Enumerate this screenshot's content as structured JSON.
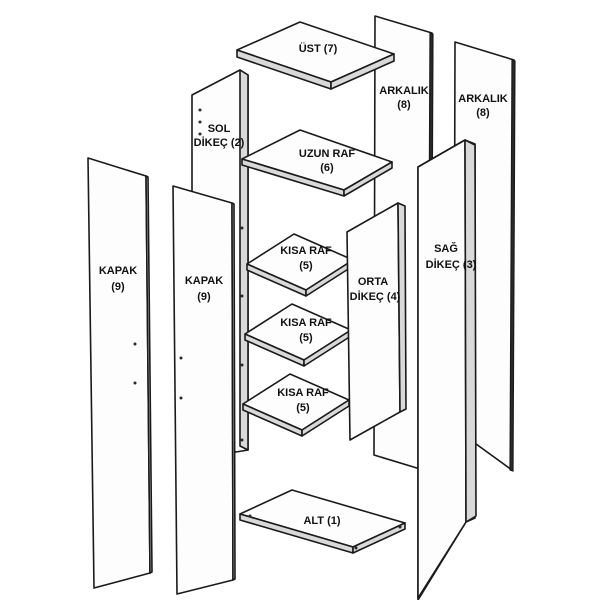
{
  "parts": {
    "top": {
      "name": "ÜST",
      "num": "(7)"
    },
    "back_left": {
      "name": "ARKALIK",
      "num": "(8)"
    },
    "back_right": {
      "name": "ARKALIK",
      "num": "(8)"
    },
    "left_side": {
      "line1": "SOL",
      "line2": "DİKEÇ (2)"
    },
    "long_shelf": {
      "name": "UZUN RAF",
      "num": "(6)"
    },
    "right_side": {
      "line1": "SAĞ",
      "line2": "DİKEÇ (3)"
    },
    "door_left": {
      "name": "KAPAK",
      "num": "(9)"
    },
    "door_right": {
      "name": "KAPAK",
      "num": "(9)"
    },
    "short_shelf_1": {
      "name": "KISA RAF",
      "num": "(5)"
    },
    "middle_side": {
      "line1": "ORTA",
      "line2": "DİKEÇ (4)"
    },
    "short_shelf_2": {
      "name": "KISA RAF",
      "num": "(5)"
    },
    "short_shelf_3": {
      "name": "KISA RAF",
      "num": "(5)"
    },
    "bottom": {
      "name": "ALT (1)"
    }
  }
}
